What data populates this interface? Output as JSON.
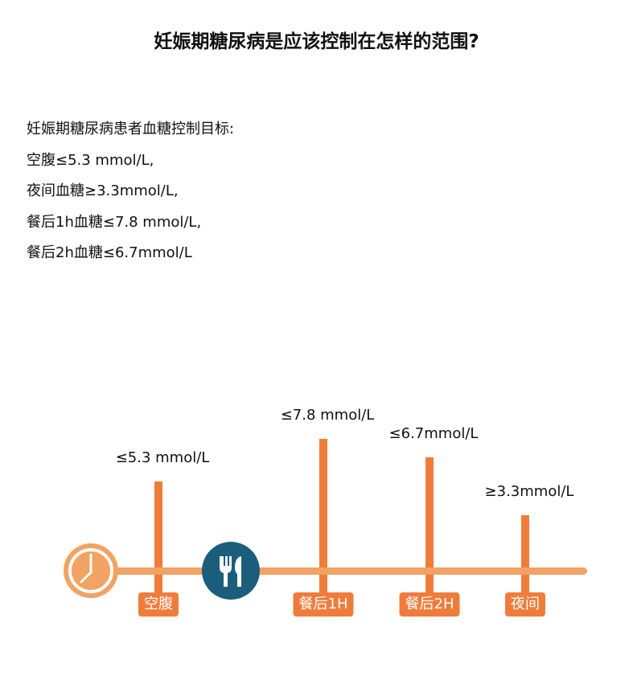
{
  "title": "妊娠期糖尿病是应该控制在怎样的范围?",
  "intro": {
    "heading": "妊娠期糖尿病患者血糖控制目标:",
    "items": [
      "空腹≤5.3 mmol/L,",
      "夜间血糖≥3.3mmol/L,",
      "餐后1h血糖≤7.8 mmol/L,",
      "餐后2h血糖≤6.7mmol/L"
    ]
  },
  "colors": {
    "bar": "#f07c3c",
    "timeline": "#f2a263",
    "meal_icon": "#1a5e7c"
  },
  "icons": [
    "clock-icon",
    "fork-knife-icon"
  ],
  "chart_data": {
    "type": "bar",
    "categories": [
      "空腹",
      "餐后1H",
      "餐后2H",
      "夜间"
    ],
    "values": [
      5.3,
      7.8,
      6.7,
      3.3
    ],
    "data_labels": [
      "≤5.3 mmol/L",
      "≤7.8 mmol/L",
      "≤6.7mmol/L",
      "≥3.3mmol/L"
    ],
    "unit": "mmol/L",
    "grid": false
  }
}
